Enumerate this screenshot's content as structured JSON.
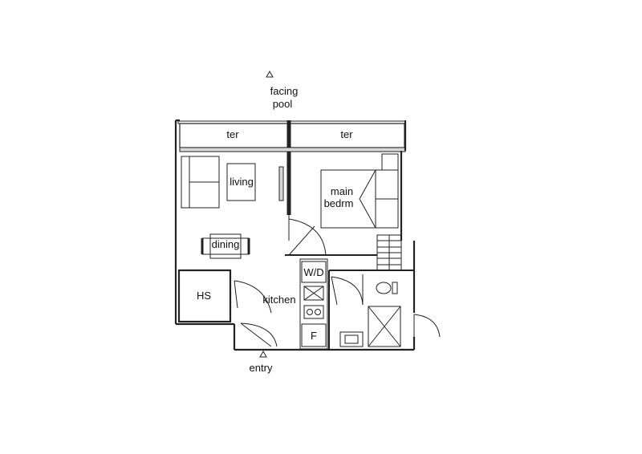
{
  "floorplan": {
    "orientation": {
      "line1": "facing",
      "line2": "pool"
    },
    "entry": "entry",
    "rooms": {
      "terrace_left": "ter",
      "terrace_right": "ter",
      "living": "living",
      "main_bedroom_line1": "main",
      "main_bedroom_line2": "bedrm",
      "dining": "dining",
      "household_shelter": "HS",
      "kitchen": "kitchen",
      "washer_dryer": "W/D",
      "fridge": "F"
    }
  }
}
